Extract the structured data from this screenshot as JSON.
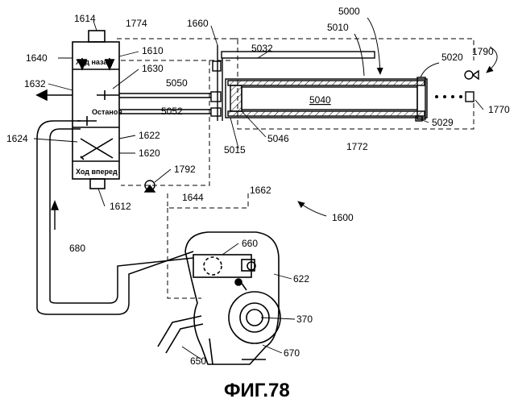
{
  "figure": {
    "caption": "ФИГ.78",
    "valve_labels": {
      "reverse": "Ход назад",
      "stop": "Останов",
      "forward": "Ход вперед"
    },
    "refs": [
      "1614",
      "1774",
      "1660",
      "5032",
      "5000",
      "5010",
      "5020",
      "1790",
      "1640",
      "1610",
      "1630",
      "1632",
      "5050",
      "5040",
      "1770",
      "5052",
      "1622",
      "1624",
      "5046",
      "5029",
      "1620",
      "5015",
      "1772",
      "1792",
      "1644",
      "1662",
      "1612",
      "1600",
      "680",
      "660",
      "622",
      "370",
      "650",
      "670"
    ]
  }
}
